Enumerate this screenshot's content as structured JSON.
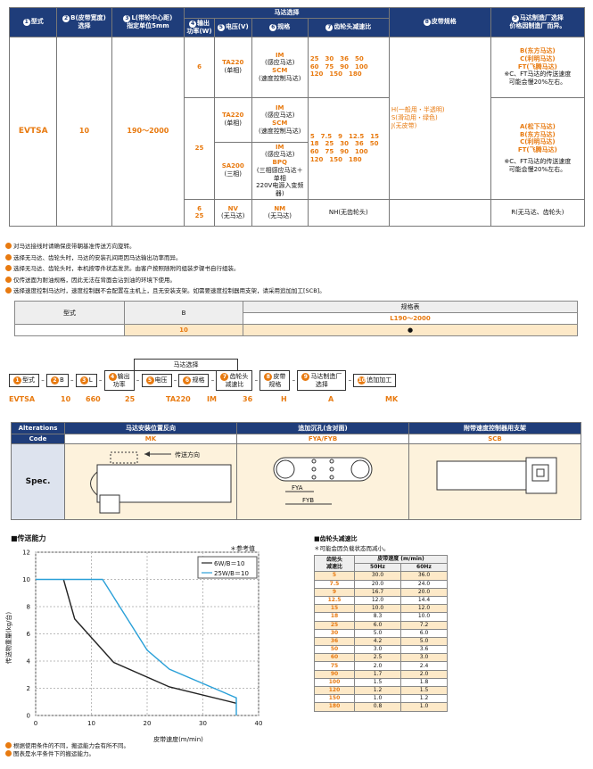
{
  "spec_table": {
    "h_type": "型式",
    "h_b": "B(皮带宽度)\n选择",
    "h_l": "L(带轮中心距)\n指定单位5mm",
    "h_motor": "马达选择",
    "h_power": "输出\n功率(W)",
    "h_voltage": "电压(V)",
    "h_spec": "规格",
    "h_ratio": "齿轮头减速比",
    "h_belt": "皮带规格",
    "h_maker": "马达制造厂选择\n价格因制造厂而异。",
    "circle_type": "1",
    "circle_b": "2",
    "circle_l": "3",
    "circle_power": "4",
    "circle_voltage": "5",
    "circle_spec": "6",
    "circle_ratio": "7",
    "circle_belt": "8",
    "circle_maker": "9",
    "type": "EVTSA",
    "b": "10",
    "l": "190～2000",
    "rows": [
      {
        "power": "6",
        "voltage": "TA220",
        "voltage_sub": "(单相)",
        "spec1": "IM",
        "spec1_sub": "(感应马达)",
        "spec2": "SCM",
        "spec2_sub": "(速度控制马达)",
        "ratio": "25　30　36　50\n60　75　90　100\n120　150　180",
        "maker": "B(东方马达)\nC(利明马达)\nFT(飞腾马达)",
        "maker_note": "※C、FT马达的传送速度\n可能会慢20%左右。"
      },
      {
        "power": "25",
        "voltage": "TA220",
        "voltage_sub": "(单相)",
        "spec1": "IM",
        "spec1_sub": "(感应马达)",
        "spec2": "SCM",
        "spec2_sub": "(速度控制马达)",
        "ratio": "5　7.5　9　12.5　15\n18　25　30　36　50\n60　75　90　100\n120　150　180",
        "maker": "A(松下马达)\nB(东方马达)\nC(利明马达)\nFT(飞腾马达)",
        "maker_note": "※C、FT马达的传送速度\n可能会慢20%左右。"
      },
      {
        "voltage": "SA200",
        "voltage_sub": "(三相)",
        "spec1": "IM",
        "spec1_sub": "(感应马达)",
        "spec2": "BPQ",
        "spec2_sub": "(三相感应马达＋单相\n220V电源入变频器)"
      },
      {
        "power": "6\n25",
        "voltage": "NV",
        "voltage_sub": "(无马达)",
        "spec1": "NM",
        "spec1_sub": "(无马达)",
        "ratio": "NH(无齿轮头)",
        "maker": "R(无马达、齿轮头)"
      }
    ],
    "belt": "H(一般用・半透明)\nS(滑动用・绿色)\nJ(无皮带)"
  },
  "notes": [
    "对马达接线时请确保皮带朝基准传送方向旋转。",
    "选择无马达、齿轮头时，马达的安装孔间距因马达输出功率而异。",
    "选择无马达、齿轮头时，本机按零件状态发货。由客户按照随附的组装步骤书自行组装。",
    "仅传送面为耐油规格，因此无法在背面会沾到油的环境下使用。",
    "选择速度控制马达时，速度控制器不会配置在主机上，且无安装支架。如需要速度控制器用支架，请采用追加加工[SCB]。"
  ],
  "bl_table": {
    "type": "型式",
    "b": "B",
    "title": "规格表",
    "range": "L190～2000",
    "b_value": "10",
    "dot": "●"
  },
  "order": {
    "type_label": "型式",
    "b": "B",
    "l": "L",
    "motor_select": "马达选择",
    "power": "输出\n功率",
    "voltage": "电压",
    "spec": "规格",
    "ratio": "齿轮头\n减速比",
    "belt": "皮带\n规格",
    "maker": "马达制造厂\n选择",
    "extra": "追加加工",
    "c1": "1",
    "c2": "2",
    "c3": "3",
    "c4": "4",
    "c5": "5",
    "c6": "6",
    "c7": "7",
    "c8": "8",
    "c9": "9",
    "c10": "10",
    "example": [
      "EVTSA",
      "10",
      "660",
      "25",
      "TA220",
      "IM",
      "36",
      "H",
      "A",
      "MK"
    ]
  },
  "alterations": {
    "h_alt": "Alterations",
    "h_code": "Code",
    "h_spec": "Spec.",
    "col1": "马达安装位置反向",
    "code1": "MK",
    "col2": "追加沉孔(含对面)",
    "code2": "FYA/FYB",
    "col3": "附带速度控制器用支架",
    "code3": "SCB",
    "dir_label": "传送方向",
    "fya": "FYA",
    "fyb": "FYB"
  },
  "capacity": {
    "title": "■传送能力",
    "ref": "＊参考值"
  },
  "chart_data": {
    "type": "line",
    "xlabel": "皮带速度(m/min)",
    "ylabel": "传送物重量(kg/台)",
    "xlim": [
      0,
      40
    ],
    "ylim": [
      0,
      12
    ],
    "xticks": [
      "0",
      "10",
      "20",
      "30",
      "40"
    ],
    "yticks": [
      "0",
      "2",
      "4",
      "6",
      "8",
      "10",
      "12"
    ],
    "grid": true,
    "legend_position": "top-right",
    "series": [
      {
        "name": "6W/B＝10",
        "color": "#222222",
        "x": [
          5,
          7,
          14,
          24,
          36
        ],
        "y": [
          10,
          7.1,
          3.9,
          2.1,
          0.9
        ]
      },
      {
        "name": "25W/B＝10",
        "color": "#2aa0d8",
        "x": [
          0,
          12,
          20,
          24,
          36,
          36
        ],
        "y": [
          10,
          10,
          4.8,
          3.4,
          1.3,
          0
        ]
      }
    ]
  },
  "chart_notes": [
    "根据使用条件的不同，搬运能力会有所不同。",
    "图表是水平条件下的搬运能力。"
  ],
  "ratio_section": {
    "title": "■齿轮头减速比",
    "note": "＊可能会因负载状态而减小。",
    "h_ratio": "齿轮头\n减速比",
    "h_speed": "皮带速度 (m/min)",
    "h_50": "50Hz",
    "h_60": "60Hz",
    "rows": [
      [
        "5",
        "30.0",
        "36.0"
      ],
      [
        "7.5",
        "20.0",
        "24.0"
      ],
      [
        "9",
        "16.7",
        "20.0"
      ],
      [
        "12.5",
        "12.0",
        "14.4"
      ],
      [
        "15",
        "10.0",
        "12.0"
      ],
      [
        "18",
        "8.3",
        "10.0"
      ],
      [
        "25",
        "6.0",
        "7.2"
      ],
      [
        "30",
        "5.0",
        "6.0"
      ],
      [
        "36",
        "4.2",
        "5.0"
      ],
      [
        "50",
        "3.0",
        "3.6"
      ],
      [
        "60",
        "2.5",
        "3.0"
      ],
      [
        "75",
        "2.0",
        "2.4"
      ],
      [
        "90",
        "1.7",
        "2.0"
      ],
      [
        "100",
        "1.5",
        "1.8"
      ],
      [
        "120",
        "1.2",
        "1.5"
      ],
      [
        "150",
        "1.0",
        "1.2"
      ],
      [
        "180",
        "0.8",
        "1.0"
      ]
    ]
  }
}
